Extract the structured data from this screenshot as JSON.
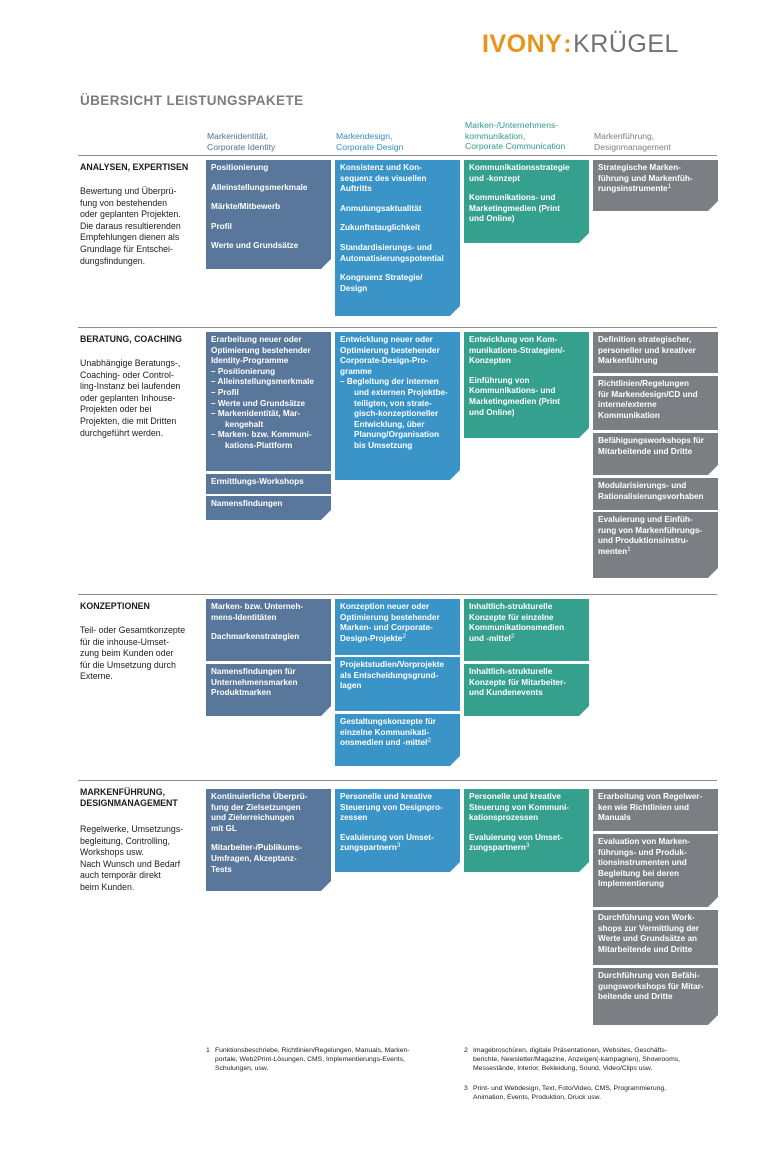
{
  "logo": {
    "part1": "IVONY",
    "separator": ":",
    "part2": "KRÜGEL"
  },
  "title": "ÜBERSICHT LEISTUNGSPAKETE",
  "columns": [
    {
      "line1": "Markenidentität,",
      "line2": "Corporate Identity"
    },
    {
      "line1": "Markendesign,",
      "line2": "Corporate Design"
    },
    {
      "line1": "Marken-/Unternehmens-",
      "line2": "kommunikation,",
      "line3": "Corporate Communication"
    },
    {
      "line1": "Markenführung,",
      "line2": "Designmanagement"
    }
  ],
  "sections": {
    "analysen": {
      "title": "ANALYSEN, EXPERTISEN",
      "desc": [
        "Bewertung und Überprü-",
        "fung von bestehenden",
        "oder geplanten Projekten.",
        "Die daraus resultierenden",
        "Empfehlungen dienen als",
        "Grundlage für Entschei-",
        "dungsfindungen."
      ],
      "c1": [
        "Positionierung",
        "Alleinstellungsmerkmale",
        "Märkte/Mitbewerb",
        "Profil",
        "Werte und Grundsätze"
      ],
      "c2": [
        [
          "Konsistenz und Kon-",
          "sequenz des visuellen",
          "Auftritts"
        ],
        [
          "Anmutungsaktualität"
        ],
        [
          "Zukunftstauglichkeit"
        ],
        [
          "Standardisierungs- und",
          "Automatisierungspotential"
        ],
        [
          "Kongruenz Strategie/",
          "Design"
        ]
      ],
      "c3": [
        [
          "Kommunikationsstrategie",
          "und -konzept"
        ],
        [
          "Kommunikations- und",
          "Marketingmedien (Print",
          "und Online)"
        ]
      ],
      "c4": [
        "Strategische Marken-",
        "führung und Markenfüh-",
        "rungsinstrumente"
      ],
      "c4_sup": "1"
    },
    "beratung": {
      "title": "BERATUNG, COACHING",
      "desc": [
        "Unabhängige Beratungs-,",
        "Coaching- oder Control-",
        "ling-Instanz bei laufenden",
        "oder geplanten Inhouse-",
        "Projekten oder bei",
        "Projekten, die mit Dritten",
        "durchgeführt werden."
      ],
      "c1a": {
        "intro": [
          "Erarbeitung neuer oder",
          "Optimierung bestehender",
          "Identity-Programme"
        ],
        "items": [
          [
            "– Positionierung"
          ],
          [
            "– Alleinstellungsmerkmale"
          ],
          [
            "– Profil"
          ],
          [
            "– Werte und Grundsätze"
          ],
          [
            "– Markenidentität, Mar-",
            "kengehalt"
          ],
          [
            "– Marken- bzw. Kommuni-",
            "kations-Plattform"
          ]
        ]
      },
      "c1b": "Ermittlungs-Workshops",
      "c1c": "Namensfindungen",
      "c2": {
        "intro": [
          "Entwicklung neuer oder",
          "Optimierung bestehender",
          "Corporate-Design-Pro-",
          "gramme"
        ],
        "items": [
          [
            "– Begleitung der internen",
            "und externen Projektbe-",
            "teiligten, von strate-",
            "gisch-konzeptioneller",
            "Entwicklung, über",
            "Planung/Organisation",
            "bis Umsetzung"
          ]
        ]
      },
      "c3": [
        [
          "Entwicklung von Kom-",
          "munikations-Strategien/-",
          "Konzepten"
        ],
        [
          "Einführung von",
          "Kommunikations- und",
          "Marketingmedien (Print",
          "und Online)"
        ]
      ],
      "c4a": [
        "Definition strategischer,",
        "personeller und kreativer",
        "Markenführung"
      ],
      "c4b": [
        "Richtlinien/Regelungen",
        "für Markendesign/CD und",
        "interne/externe",
        "Kommunikation"
      ],
      "c4c": [
        "Befähigungsworkshops für",
        "Mitarbeitende und Dritte"
      ],
      "c4d": [
        "Modularisierungs- und",
        "Rationalisierungsvorhaben"
      ],
      "c4e": [
        "Evaluierung und Einfüh-",
        "rung von Markenführungs-",
        "und Produktionsinstru-",
        "menten"
      ],
      "c4e_sup": "1"
    },
    "konzeptionen": {
      "title": "KONZEPTIONEN",
      "desc": [
        "Teil- oder Gesamtkonzepte",
        "für die inhouse-Umset-",
        "zung beim Kunden oder",
        "für die Umsetzung durch",
        "Externe."
      ],
      "c1a": [
        [
          "Marken- bzw. Unterneh-",
          "mens-Identitäten"
        ],
        [
          "Dachmarkenstrategien"
        ]
      ],
      "c1b": [
        "Namensfindungen für",
        "Unternehmensmarken",
        "Produktmarken"
      ],
      "c2a": [
        "Konzeption neuer oder",
        "Optimierung bestehender",
        "Marken- und Corporate-",
        "Design-Projekte"
      ],
      "c2a_sup": "2",
      "c2b": [
        "Projektstudien/Vorprojekte",
        "als Entscheidungsgrund-",
        "lagen"
      ],
      "c2c": [
        "Gestaltungskonzepte für",
        "einzelne Kommunikati-",
        "onsmedien und -mittel"
      ],
      "c2c_sup": "2",
      "c3a": [
        "Inhaltlich-strukturelle",
        "Konzepte für einzelne",
        "Kommunikationsmedien",
        "und -mittel"
      ],
      "c3a_sup": "2",
      "c3b": [
        "Inhaltlich-strukturelle",
        "Konzepte für Mitarbeiter-",
        "und Kundenevents"
      ]
    },
    "markenfuehrung": {
      "title1": "MARKENFÜHRUNG,",
      "title2": "DESIGNMANAGEMENT",
      "desc": [
        "Regelwerke, Umsetzungs-",
        "begleitung, Controlling,",
        "Workshops usw.",
        "Nach Wunsch und Bedarf",
        "auch temporär direkt",
        "beim Kunden."
      ],
      "c1": [
        [
          "Kontinuierliche Überprü-",
          "fung der Zielsetzungen",
          "und Zielerreichungen",
          "mit GL"
        ],
        [
          "Mitarbeiter-/Publikums-",
          "Umfragen, Akzeptanz-",
          "Tests"
        ]
      ],
      "c2": [
        [
          "Personelle und kreative",
          "Steuerung von Designpro-",
          "zessen"
        ],
        [
          "Evaluierung von Umset-",
          "zungspartnern"
        ]
      ],
      "c2_sup": "3",
      "c3": [
        [
          "Personelle und kreative",
          "Steuerung von Kommuni-",
          "kationsprozessen"
        ],
        [
          "Evaluierung von Umset-",
          "zungspartnern"
        ]
      ],
      "c3_sup": "3",
      "c4a": [
        "Erarbeitung von Regelwer-",
        "ken wie Richtlinien und",
        "Manuals"
      ],
      "c4b": [
        "Evaluation von Marken-",
        "führungs- und Produk-",
        "tionsinstrumenten und",
        "Begleitung bei deren",
        "Implementierung"
      ],
      "c4c": [
        "Durchführung von Work-",
        "shops zur Vermittlung der",
        "Werte und Grundsätze an",
        "Mitarbeitende und Dritte"
      ],
      "c4d": [
        "Durchführung von Befähi-",
        "gungsworkshops für Mitar-",
        "beitende und Dritte"
      ]
    }
  },
  "footnotes": {
    "f1_num": "1",
    "f1": [
      "Funktionsbeschriebe, Richtlinien/Regelungen, Manuals, Marken-",
      "portale, Web2Print-Lösungen, CMS, Implementierungs-Events,",
      "Schulungen, usw."
    ],
    "f2_num": "2",
    "f2": [
      "Imagebroschüren, digitale Präsentationen, Websites, Geschäfts-",
      "berichte, Newsletter/Magazine, Anzeigen(-kampagnen), Showrooms,",
      "Messestände, Interior, Bekleidung, Sound, Video/Clips usw."
    ],
    "f3_num": "3",
    "f3": [
      "Print- und Webdesign, Text, Foto/Video, CMS, Programmierung,",
      "Animation, Events, Produktion, Druck usw."
    ]
  },
  "colors": {
    "identity": "#58779b",
    "design": "#3a94c8",
    "communication": "#35a08d",
    "management": "#7b7e82",
    "logo_accent": "#e8941c"
  }
}
